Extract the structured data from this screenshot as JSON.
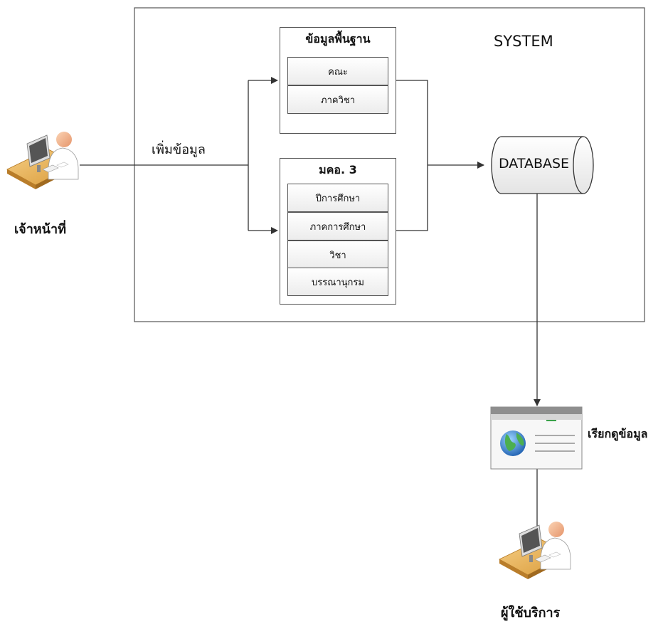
{
  "system": {
    "label": "SYSTEM"
  },
  "basic_data": {
    "title": "ข้อมูลพื้นฐาน",
    "items": [
      "คณะ",
      "ภาควิชา"
    ]
  },
  "mko3": {
    "title": "มคอ. 3",
    "items": [
      "ปีการศึกษา",
      "ภาคการศึกษา",
      "วิชา",
      "บรรณานุกรม"
    ]
  },
  "database": {
    "label": "DATABASE"
  },
  "actors": {
    "staff": "เจ้าหน้าที่",
    "user": "ผู้ใช้บริการ"
  },
  "flows": {
    "add_data": "เพิ่มข้อมูล",
    "view_data": "เรียกดูข้อมูล"
  }
}
